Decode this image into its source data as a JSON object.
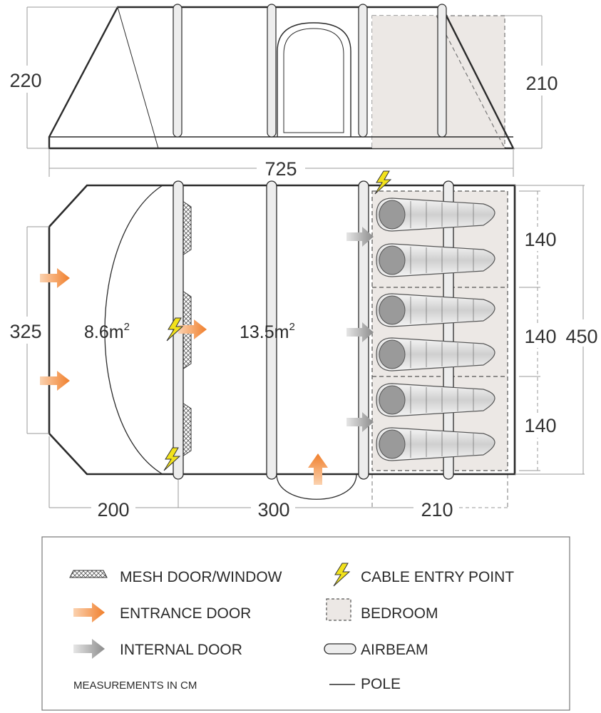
{
  "colors": {
    "outline": "#2b2b2b",
    "dimension_line": "#9a9a9a",
    "airbeam_fill": "#ededed",
    "bedroom_fill": "#ece8e5",
    "entrance_arrow": "#f08a3c",
    "internal_arrow": "#8f8f8f",
    "cable_entry": "#f2e21c",
    "sleeping_bag_dark": "#8a8a8a",
    "sleeping_bag_light": "#f2f2f2"
  },
  "side_view": {
    "height_left": "220",
    "height_bedroom": "210",
    "overall_length": "725"
  },
  "floor_plan": {
    "width_porch": "325",
    "overall_width": "450",
    "bedroom_widths": [
      "140",
      "140",
      "140"
    ],
    "lengths": [
      "200",
      "300",
      "210"
    ],
    "area_porch_value": "8.6m",
    "area_porch_sup": "2",
    "area_living_value": "13.5m",
    "area_living_sup": "2"
  },
  "legend": {
    "items": [
      {
        "icon": "mesh-icon",
        "label": "MESH DOOR/WINDOW"
      },
      {
        "icon": "cable-entry-icon",
        "label": "CABLE ENTRY POINT"
      },
      {
        "icon": "entrance-arrow-icon",
        "label": "ENTRANCE DOOR"
      },
      {
        "icon": "bedroom-icon",
        "label": "BEDROOM"
      },
      {
        "icon": "internal-arrow-icon",
        "label": "INTERNAL DOOR"
      },
      {
        "icon": "airbeam-icon",
        "label": "AIRBEAM"
      },
      {
        "icon": "pole-icon",
        "label": "POLE"
      }
    ],
    "note": "MEASUREMENTS IN CM"
  }
}
